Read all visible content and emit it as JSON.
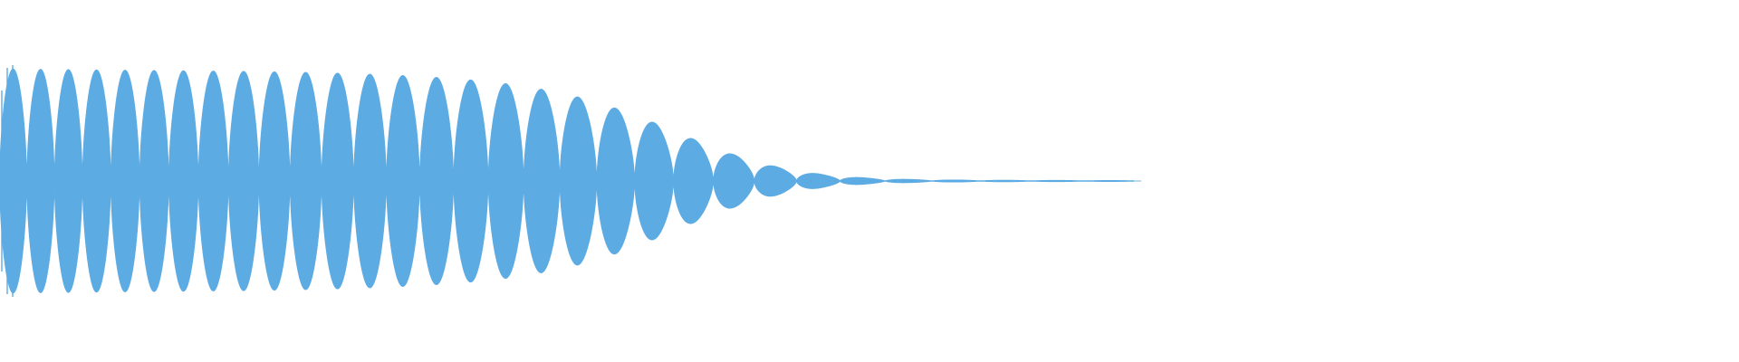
{
  "waveform": {
    "color": "#5dabe3",
    "background": "#ffffff",
    "amplitude_envelope": [
      1.0,
      0.998,
      0.996,
      0.994,
      0.992,
      0.99,
      0.988,
      0.986,
      0.984,
      0.982,
      0.98,
      0.978,
      0.975,
      0.972,
      0.968,
      0.963,
      0.957,
      0.95,
      0.942,
      0.932,
      0.92,
      0.905,
      0.886,
      0.862,
      0.832,
      0.795,
      0.75,
      0.695,
      0.63,
      0.555,
      0.475,
      0.39,
      0.31,
      0.237,
      0.175,
      0.125,
      0.087,
      0.06,
      0.041,
      0.028,
      0.02,
      0.015,
      0.012,
      0.01,
      0.009,
      0.008,
      0.0075,
      0.007,
      0.0065,
      0.006,
      0.0055,
      0.005
    ],
    "duration_fraction": 0.652
  }
}
